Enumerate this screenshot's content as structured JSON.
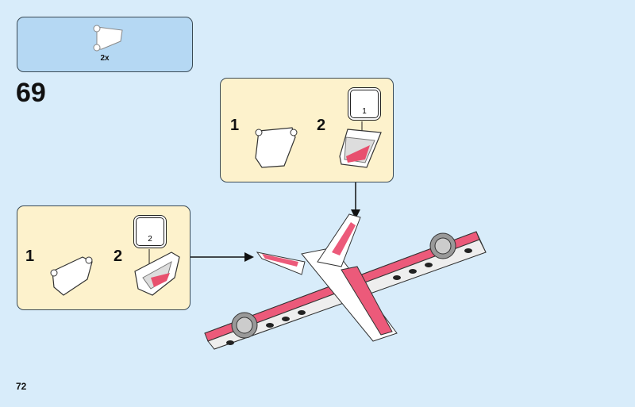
{
  "parts_list": {
    "items": [
      {
        "part": "flag-clip-plate",
        "quantity": "2x"
      }
    ]
  },
  "step_number": "69",
  "callout_top": {
    "substeps": [
      {
        "number": "1"
      },
      {
        "number": "2",
        "sticker": "1"
      }
    ]
  },
  "callout_left": {
    "substeps": [
      {
        "number": "1"
      },
      {
        "number": "2",
        "sticker": "2"
      }
    ]
  },
  "page_number": "72",
  "colors": {
    "background": "#d8ecfa",
    "parts_box": "#b5d8f3",
    "callout": "#fdf2cc",
    "accent_pink": "#e8506e"
  }
}
